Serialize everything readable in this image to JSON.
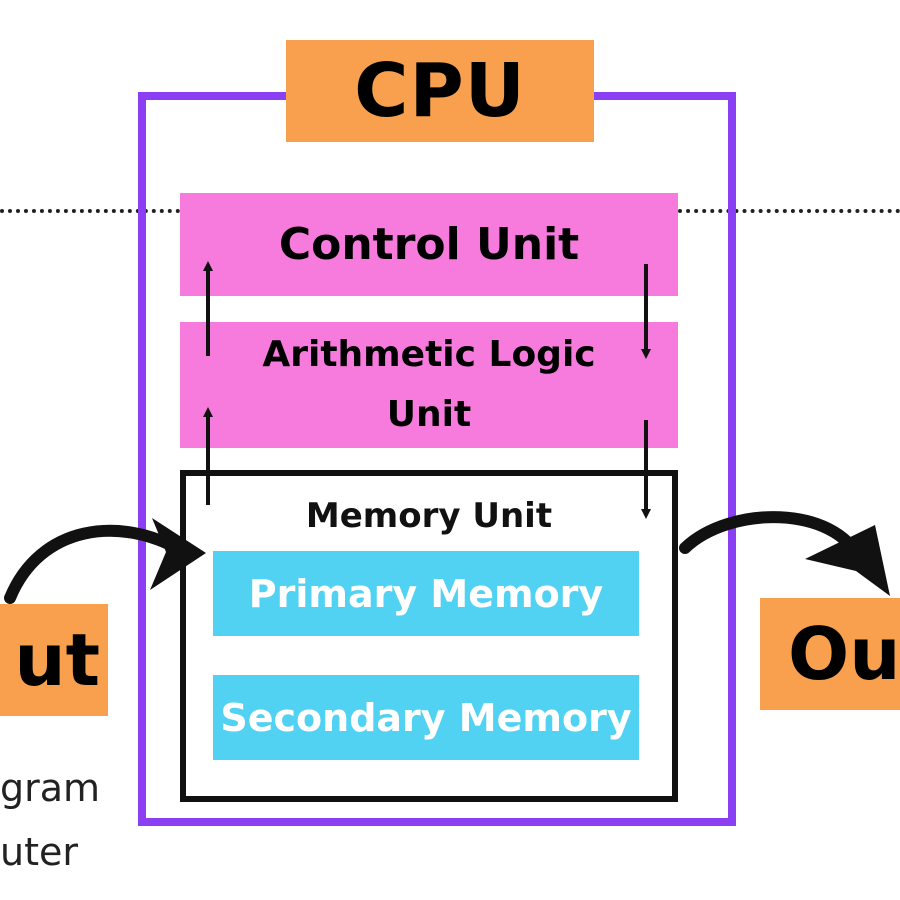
{
  "cpu": {
    "label": "CPU"
  },
  "units": {
    "control": "Control Unit",
    "alu_line1": "Arithmetic Logic",
    "alu_line2": "Unit"
  },
  "memory": {
    "title": "Memory Unit",
    "primary": "Primary Memory",
    "secondary": "Secondary Memory"
  },
  "io": {
    "input_visible": "ut",
    "output_visible": "Out"
  },
  "side_note": {
    "line1": "gram",
    "line2": "uter"
  },
  "colors": {
    "cpu_border": "#8a3ff2",
    "cpu_tag": "#f9a04e",
    "unit_pink": "#f77bdd",
    "memory_blue": "#52d2f3",
    "io_orange": "#f9a04e",
    "arrow": "#111111"
  }
}
